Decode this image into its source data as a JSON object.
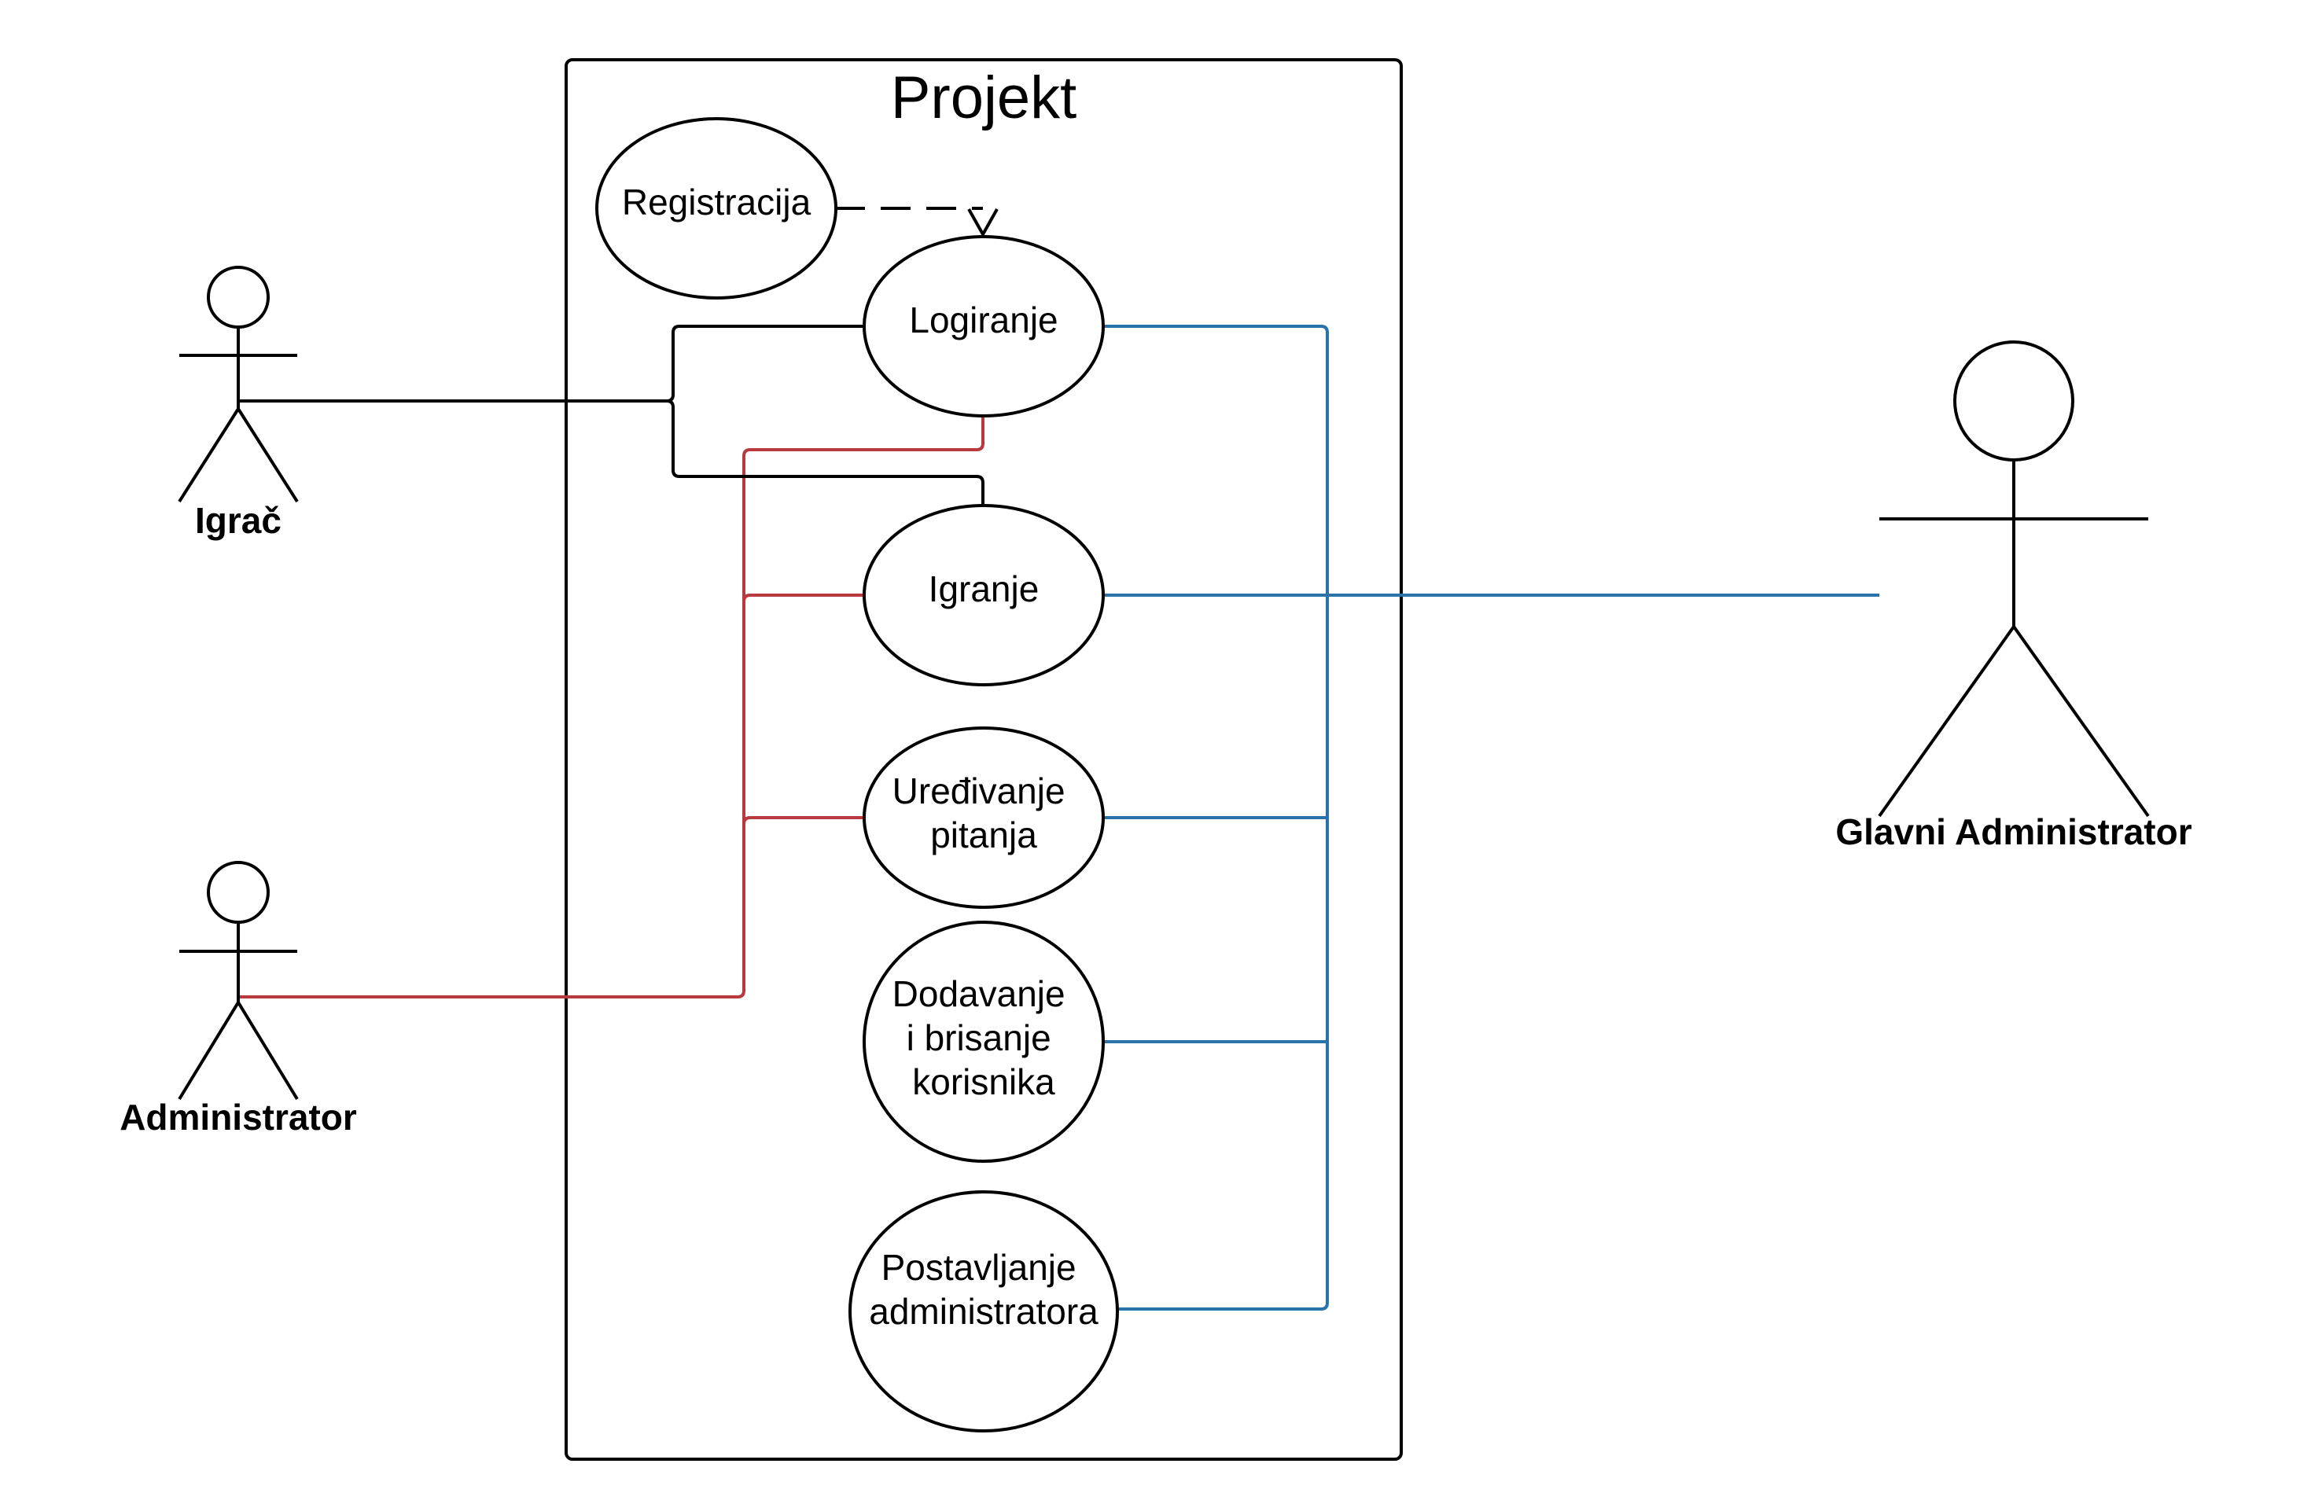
{
  "system": {
    "title": "Projekt"
  },
  "actors": {
    "igrac": "Igrač",
    "administrator": "Administrator",
    "glavni_administrator": "Glavni Administrator"
  },
  "use_cases": {
    "registracija": [
      "Registracija"
    ],
    "logiranje": [
      "Logiranje"
    ],
    "igranje": [
      "Igranje"
    ],
    "uredivanje": [
      "Uređivanje",
      "pitanja"
    ],
    "dodavanje": [
      "Dodavanje",
      "i brisanje",
      "korisnika"
    ],
    "postavljanje": [
      "Postavljanje",
      "administratora"
    ]
  },
  "colors": {
    "igrac_links": "#000000",
    "administrator_links": "#b83a3f",
    "glavni_administrator_links": "#2a73a8"
  }
}
